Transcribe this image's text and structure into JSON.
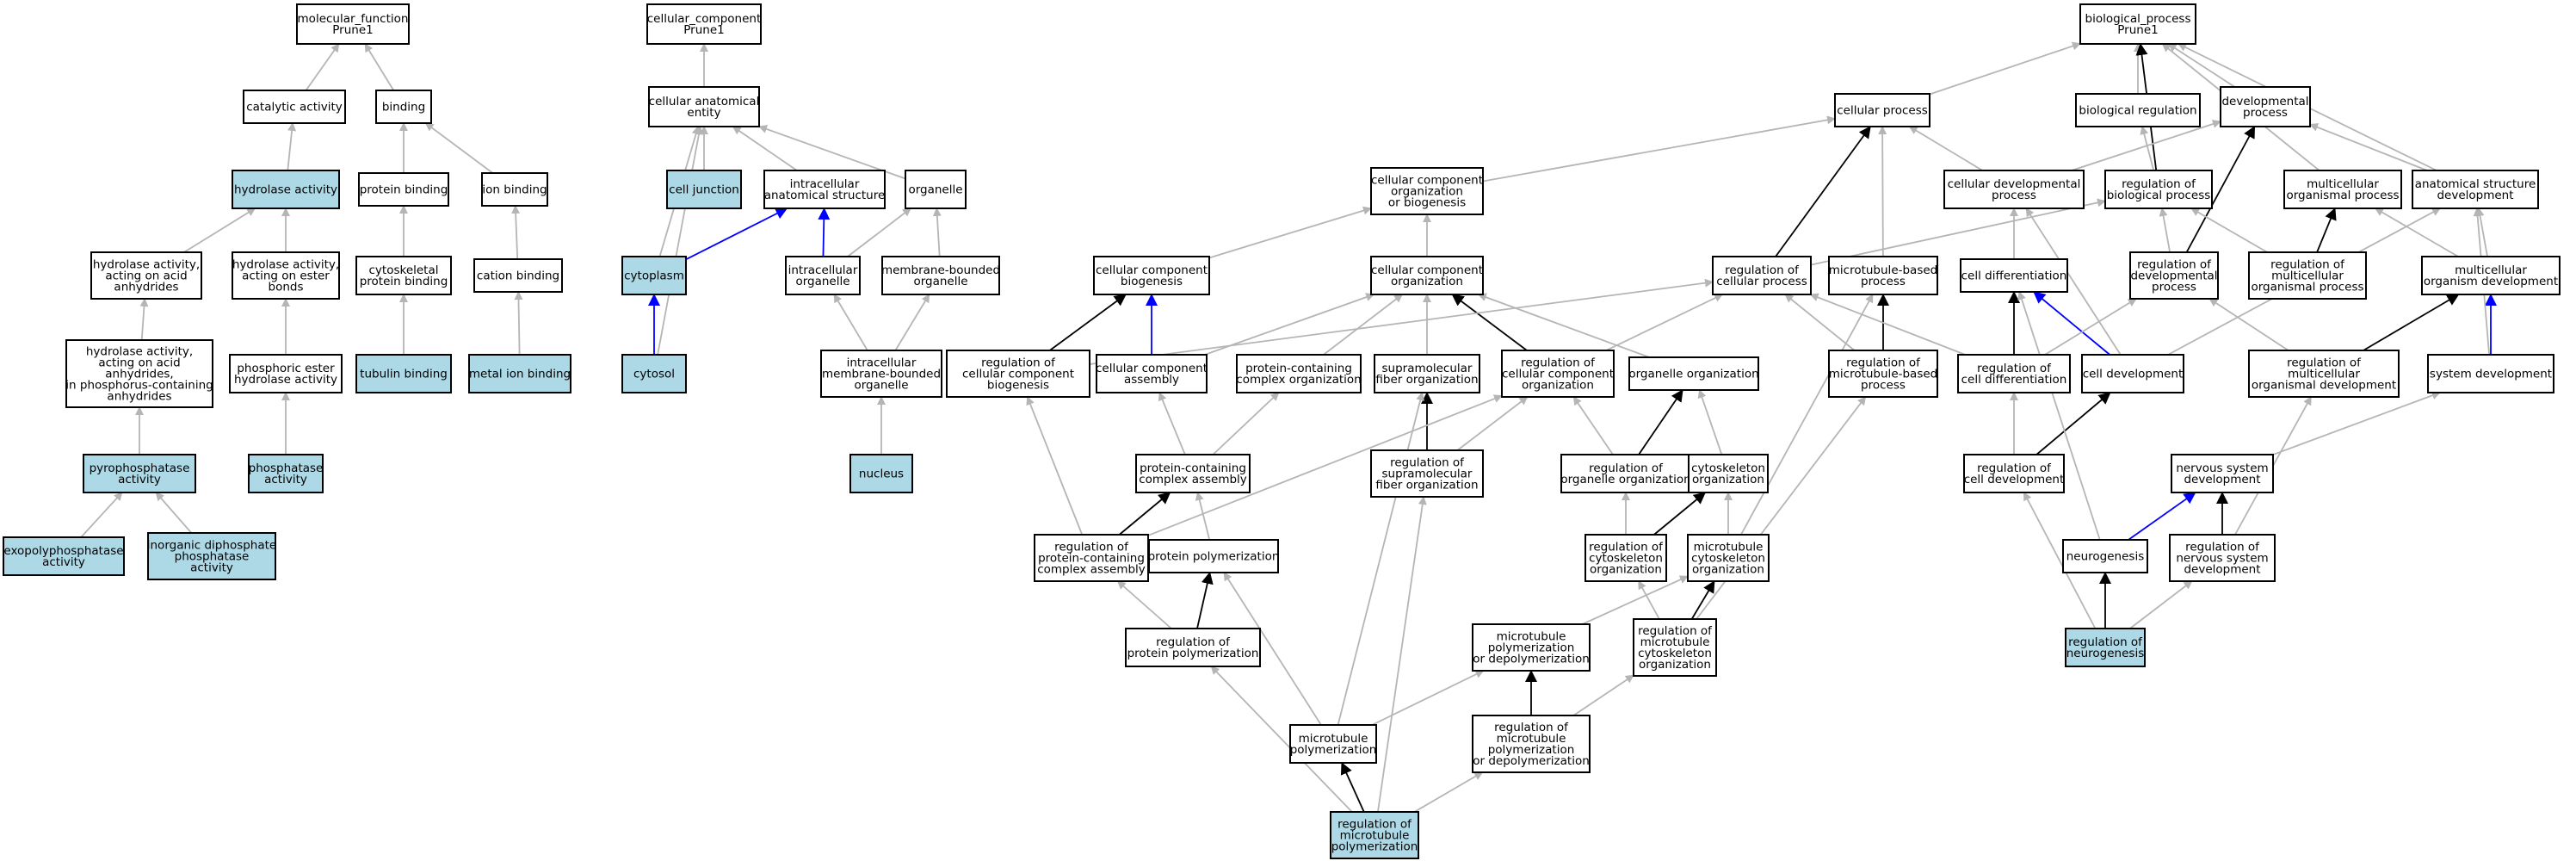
{
  "colors": {
    "highlight_fill": "#add8e6",
    "normal_fill": "#ffffff",
    "border": "#000000",
    "edge_is_a": "#b5b5b5",
    "edge_regulates": "#000000",
    "edge_part_of": "#0000ff"
  },
  "nodes": [
    {
      "id": "mf",
      "label": [
        "molecular_function",
        "Prune1"
      ],
      "hl": false
    },
    {
      "id": "cat",
      "label": [
        "catalytic activity"
      ],
      "hl": false
    },
    {
      "id": "bind",
      "label": [
        "binding"
      ],
      "hl": false
    },
    {
      "id": "hyd",
      "label": [
        "hydrolase activity"
      ],
      "hl": true
    },
    {
      "id": "pbind",
      "label": [
        "protein binding"
      ],
      "hl": false
    },
    {
      "id": "ionb",
      "label": [
        "ion binding"
      ],
      "hl": false
    },
    {
      "id": "hydanh",
      "label": [
        "hydrolase activity,",
        "acting on acid",
        "anhydrides"
      ],
      "hl": false
    },
    {
      "id": "hydest",
      "label": [
        "hydrolase activity,",
        "acting on ester",
        "bonds"
      ],
      "hl": false
    },
    {
      "id": "cytpb",
      "label": [
        "cytoskeletal",
        "protein binding"
      ],
      "hl": false
    },
    {
      "id": "catb",
      "label": [
        "cation binding"
      ],
      "hl": false
    },
    {
      "id": "hydphos",
      "label": [
        "hydrolase activity,",
        "acting on acid",
        "anhydrides,",
        "in phosphorus-containing",
        "anhydrides"
      ],
      "hl": false
    },
    {
      "id": "phest",
      "label": [
        "phosphoric ester",
        "hydrolase activity"
      ],
      "hl": false
    },
    {
      "id": "tubb",
      "label": [
        "tubulin binding"
      ],
      "hl": true
    },
    {
      "id": "metb",
      "label": [
        "metal ion binding"
      ],
      "hl": true
    },
    {
      "id": "pyro",
      "label": [
        "pyrophosphatase",
        "activity"
      ],
      "hl": true
    },
    {
      "id": "phosph",
      "label": [
        "phosphatase",
        "activity"
      ],
      "hl": true
    },
    {
      "id": "exopoly",
      "label": [
        "exopolyphosphatase",
        "activity"
      ],
      "hl": true
    },
    {
      "id": "inorg",
      "label": [
        "inorganic diphosphate",
        "phosphatase",
        "activity"
      ],
      "hl": true
    },
    {
      "id": "cc",
      "label": [
        "cellular_component",
        "Prune1"
      ],
      "hl": false
    },
    {
      "id": "cae",
      "label": [
        "cellular anatomical",
        "entity"
      ],
      "hl": false
    },
    {
      "id": "cj",
      "label": [
        "cell junction"
      ],
      "hl": true
    },
    {
      "id": "ias",
      "label": [
        "intracellular",
        "anatomical structure"
      ],
      "hl": false
    },
    {
      "id": "org",
      "label": [
        "organelle"
      ],
      "hl": false
    },
    {
      "id": "cyto",
      "label": [
        "cytoplasm"
      ],
      "hl": true
    },
    {
      "id": "iorg",
      "label": [
        "intracellular",
        "organelle"
      ],
      "hl": false
    },
    {
      "id": "mbo",
      "label": [
        "membrane-bounded",
        "organelle"
      ],
      "hl": false
    },
    {
      "id": "cytosol",
      "label": [
        "cytosol"
      ],
      "hl": true
    },
    {
      "id": "imbo",
      "label": [
        "intracellular",
        "membrane-bounded",
        "organelle"
      ],
      "hl": false
    },
    {
      "id": "nuc",
      "label": [
        "nucleus"
      ],
      "hl": true
    },
    {
      "id": "bp",
      "label": [
        "biological_process",
        "Prune1"
      ],
      "hl": false
    },
    {
      "id": "cp",
      "label": [
        "cellular process"
      ],
      "hl": false
    },
    {
      "id": "breg",
      "label": [
        "biological regulation"
      ],
      "hl": false
    },
    {
      "id": "devp",
      "label": [
        "developmental",
        "process"
      ],
      "hl": false
    },
    {
      "id": "ccob",
      "label": [
        "cellular component",
        "organization",
        "or biogenesis"
      ],
      "hl": false
    },
    {
      "id": "cdevp",
      "label": [
        "cellular developmental",
        "process"
      ],
      "hl": false
    },
    {
      "id": "rbp",
      "label": [
        "regulation of",
        "biological process"
      ],
      "hl": false
    },
    {
      "id": "mop",
      "label": [
        "multicellular",
        "organismal process"
      ],
      "hl": false
    },
    {
      "id": "asd",
      "label": [
        "anatomical structure",
        "development"
      ],
      "hl": false
    },
    {
      "id": "ccbio",
      "label": [
        "cellular component",
        "biogenesis"
      ],
      "hl": false
    },
    {
      "id": "ccorg",
      "label": [
        "cellular component",
        "organization"
      ],
      "hl": false
    },
    {
      "id": "rcp",
      "label": [
        "regulation of",
        "cellular process"
      ],
      "hl": false
    },
    {
      "id": "mtbp",
      "label": [
        "microtubule-based",
        "process"
      ],
      "hl": false
    },
    {
      "id": "cdiff",
      "label": [
        "cell differentiation"
      ],
      "hl": false
    },
    {
      "id": "rdevp",
      "label": [
        "regulation of",
        "developmental",
        "process"
      ],
      "hl": false
    },
    {
      "id": "rmop",
      "label": [
        "regulation of",
        "multicellular",
        "organismal process"
      ],
      "hl": false
    },
    {
      "id": "mod",
      "label": [
        "multicellular",
        "organism development"
      ],
      "hl": false
    },
    {
      "id": "rccbio",
      "label": [
        "regulation of",
        "cellular component",
        "biogenesis"
      ],
      "hl": false
    },
    {
      "id": "cca",
      "label": [
        "cellular component",
        "assembly"
      ],
      "hl": false
    },
    {
      "id": "pcco",
      "label": [
        "protein-containing",
        "complex organization"
      ],
      "hl": false
    },
    {
      "id": "sfo",
      "label": [
        "supramolecular",
        "fiber organization"
      ],
      "hl": false
    },
    {
      "id": "rccorg",
      "label": [
        "regulation of",
        "cellular component",
        "organization"
      ],
      "hl": false
    },
    {
      "id": "orgorg",
      "label": [
        "organelle organization"
      ],
      "hl": false
    },
    {
      "id": "rmtbp",
      "label": [
        "regulation of",
        "microtubule-based",
        "process"
      ],
      "hl": false
    },
    {
      "id": "rcdiff",
      "label": [
        "regulation of",
        "cell differentiation"
      ],
      "hl": false
    },
    {
      "id": "celldev",
      "label": [
        "cell development"
      ],
      "hl": false
    },
    {
      "id": "rmod",
      "label": [
        "regulation of",
        "multicellular",
        "organismal development"
      ],
      "hl": false
    },
    {
      "id": "sysdev",
      "label": [
        "system development"
      ],
      "hl": false
    },
    {
      "id": "pcca",
      "label": [
        "protein-containing",
        "complex assembly"
      ],
      "hl": false
    },
    {
      "id": "rsfo",
      "label": [
        "regulation of",
        "supramolecular",
        "fiber organization"
      ],
      "hl": false
    },
    {
      "id": "rorgorg",
      "label": [
        "regulation of",
        "organelle organization"
      ],
      "hl": false
    },
    {
      "id": "csko",
      "label": [
        "cytoskeleton",
        "organization"
      ],
      "hl": false
    },
    {
      "id": "rcelldev",
      "label": [
        "regulation of",
        "cell development"
      ],
      "hl": false
    },
    {
      "id": "nsdev",
      "label": [
        "nervous system",
        "development"
      ],
      "hl": false
    },
    {
      "id": "rpcca",
      "label": [
        "regulation of",
        "protein-containing",
        "complex assembly"
      ],
      "hl": false
    },
    {
      "id": "ppoly",
      "label": [
        "protein polymerization"
      ],
      "hl": false
    },
    {
      "id": "rcsko",
      "label": [
        "regulation of",
        "cytoskeleton",
        "organization"
      ],
      "hl": false
    },
    {
      "id": "mtcsko",
      "label": [
        "microtubule",
        "cytoskeleton",
        "organization"
      ],
      "hl": false
    },
    {
      "id": "neurog",
      "label": [
        "neurogenesis"
      ],
      "hl": false
    },
    {
      "id": "rnsdev",
      "label": [
        "regulation of",
        "nervous system",
        "development"
      ],
      "hl": false
    },
    {
      "id": "rppoly",
      "label": [
        "regulation of",
        "protein polymerization"
      ],
      "hl": false
    },
    {
      "id": "mtpd",
      "label": [
        "microtubule",
        "polymerization",
        "or depolymerization"
      ],
      "hl": false
    },
    {
      "id": "rmtcsko",
      "label": [
        "regulation of",
        "microtubule",
        "cytoskeleton",
        "organization"
      ],
      "hl": false
    },
    {
      "id": "rneurog",
      "label": [
        "regulation of",
        "neurogenesis"
      ],
      "hl": true
    },
    {
      "id": "mtpoly",
      "label": [
        "microtubule",
        "polymerization"
      ],
      "hl": false
    },
    {
      "id": "rmtpd",
      "label": [
        "regulation of",
        "microtubule",
        "polymerization",
        "or depolymerization"
      ],
      "hl": false
    },
    {
      "id": "rmtpoly",
      "label": [
        "regulation of",
        "microtubule",
        "polymerization"
      ],
      "hl": true
    }
  ],
  "edges": [
    [
      "cat",
      "mf",
      "i"
    ],
    [
      "bind",
      "mf",
      "i"
    ],
    [
      "hyd",
      "cat",
      "i"
    ],
    [
      "pbind",
      "bind",
      "i"
    ],
    [
      "ionb",
      "bind",
      "i"
    ],
    [
      "hydanh",
      "hyd",
      "i"
    ],
    [
      "hydest",
      "hyd",
      "i"
    ],
    [
      "cytpb",
      "pbind",
      "i"
    ],
    [
      "catb",
      "ionb",
      "i"
    ],
    [
      "hydphos",
      "hydanh",
      "i"
    ],
    [
      "phest",
      "hydest",
      "i"
    ],
    [
      "tubb",
      "cytpb",
      "i"
    ],
    [
      "metb",
      "catb",
      "i"
    ],
    [
      "pyro",
      "hydphos",
      "i"
    ],
    [
      "phosph",
      "phest",
      "i"
    ],
    [
      "exopoly",
      "pyro",
      "i"
    ],
    [
      "inorg",
      "pyro",
      "i"
    ],
    [
      "cae",
      "cc",
      "i"
    ],
    [
      "cj",
      "cae",
      "i"
    ],
    [
      "ias",
      "cae",
      "i"
    ],
    [
      "org",
      "cae",
      "i"
    ],
    [
      "cyto",
      "cae",
      "i"
    ],
    [
      "cytosol",
      "cae",
      "i"
    ],
    [
      "cyto",
      "ias",
      "p"
    ],
    [
      "iorg",
      "ias",
      "p"
    ],
    [
      "iorg",
      "org",
      "i"
    ],
    [
      "mbo",
      "org",
      "i"
    ],
    [
      "cytosol",
      "cyto",
      "p"
    ],
    [
      "imbo",
      "iorg",
      "i"
    ],
    [
      "imbo",
      "mbo",
      "i"
    ],
    [
      "nuc",
      "imbo",
      "i"
    ],
    [
      "cp",
      "bp",
      "i"
    ],
    [
      "breg",
      "bp",
      "i"
    ],
    [
      "devp",
      "bp",
      "i"
    ],
    [
      "rbp",
      "bp",
      "r"
    ],
    [
      "mop",
      "bp",
      "i"
    ],
    [
      "asd",
      "bp",
      "i"
    ],
    [
      "ccob",
      "cp",
      "i"
    ],
    [
      "cdevp",
      "cp",
      "i"
    ],
    [
      "mtbp",
      "cp",
      "i"
    ],
    [
      "rcp",
      "cp",
      "r"
    ],
    [
      "cdevp",
      "devp",
      "i"
    ],
    [
      "rbp",
      "breg",
      "i"
    ],
    [
      "rdevp",
      "devp",
      "r"
    ],
    [
      "asd",
      "devp",
      "i"
    ],
    [
      "ccbio",
      "ccob",
      "i"
    ],
    [
      "ccorg",
      "ccob",
      "i"
    ],
    [
      "cdiff",
      "cdevp",
      "i"
    ],
    [
      "rcp",
      "rbp",
      "i"
    ],
    [
      "rdevp",
      "rbp",
      "i"
    ],
    [
      "rmop",
      "rbp",
      "i"
    ],
    [
      "rmop",
      "mop",
      "r"
    ],
    [
      "mod",
      "mop",
      "i"
    ],
    [
      "mod",
      "asd",
      "i"
    ],
    [
      "rccbio",
      "ccbio",
      "r"
    ],
    [
      "cca",
      "ccbio",
      "p"
    ],
    [
      "cca",
      "ccorg",
      "i"
    ],
    [
      "pcco",
      "ccorg",
      "i"
    ],
    [
      "sfo",
      "ccorg",
      "i"
    ],
    [
      "rccorg",
      "ccorg",
      "r"
    ],
    [
      "orgorg",
      "ccorg",
      "i"
    ],
    [
      "rccbio",
      "rcp",
      "i"
    ],
    [
      "rccorg",
      "rcp",
      "i"
    ],
    [
      "rmtbp",
      "mtbp",
      "r"
    ],
    [
      "rmtbp",
      "rcp",
      "i"
    ],
    [
      "rcdiff",
      "cdiff",
      "r"
    ],
    [
      "rcdiff",
      "rcp",
      "i"
    ],
    [
      "celldev",
      "cdiff",
      "p"
    ],
    [
      "celldev",
      "cdevp",
      "i"
    ],
    [
      "celldev",
      "asd",
      "i"
    ],
    [
      "rmod",
      "mod",
      "r"
    ],
    [
      "rmod",
      "rdevp",
      "i"
    ],
    [
      "rcdiff",
      "rdevp",
      "i"
    ],
    [
      "sysdev",
      "mod",
      "p"
    ],
    [
      "sysdev",
      "asd",
      "i"
    ],
    [
      "pcca",
      "cca",
      "i"
    ],
    [
      "pcca",
      "pcco",
      "i"
    ],
    [
      "rsfo",
      "sfo",
      "r"
    ],
    [
      "rsfo",
      "rccorg",
      "i"
    ],
    [
      "rorgorg",
      "orgorg",
      "r"
    ],
    [
      "rorgorg",
      "rccorg",
      "i"
    ],
    [
      "csko",
      "orgorg",
      "i"
    ],
    [
      "rcelldev",
      "celldev",
      "r"
    ],
    [
      "rcelldev",
      "rcdiff",
      "i"
    ],
    [
      "nsdev",
      "sysdev",
      "i"
    ],
    [
      "rpcca",
      "pcca",
      "r"
    ],
    [
      "rpcca",
      "rccbio",
      "i"
    ],
    [
      "rpcca",
      "rccorg",
      "i"
    ],
    [
      "ppoly",
      "pcca",
      "i"
    ],
    [
      "rcsko",
      "csko",
      "r"
    ],
    [
      "rcsko",
      "rorgorg",
      "i"
    ],
    [
      "mtcsko",
      "csko",
      "i"
    ],
    [
      "mtcsko",
      "mtbp",
      "i"
    ],
    [
      "neurog",
      "nsdev",
      "p"
    ],
    [
      "neurog",
      "cdiff",
      "i"
    ],
    [
      "rnsdev",
      "nsdev",
      "r"
    ],
    [
      "rnsdev",
      "rmod",
      "i"
    ],
    [
      "rppoly",
      "ppoly",
      "r"
    ],
    [
      "rppoly",
      "rpcca",
      "i"
    ],
    [
      "mtpd",
      "mtcsko",
      "i"
    ],
    [
      "rmtcsko",
      "mtcsko",
      "r"
    ],
    [
      "rmtcsko",
      "rcsko",
      "i"
    ],
    [
      "rmtcsko",
      "rmtbp",
      "i"
    ],
    [
      "rneurog",
      "neurog",
      "r"
    ],
    [
      "rneurog",
      "rcelldev",
      "i"
    ],
    [
      "rneurog",
      "rnsdev",
      "i"
    ],
    [
      "mtpoly",
      "mtpd",
      "i"
    ],
    [
      "mtpoly",
      "ppoly",
      "i"
    ],
    [
      "mtpoly",
      "sfo",
      "i"
    ],
    [
      "rmtpd",
      "mtpd",
      "r"
    ],
    [
      "rmtpd",
      "rmtcsko",
      "i"
    ],
    [
      "rmtpoly",
      "mtpoly",
      "r"
    ],
    [
      "rmtpoly",
      "rppoly",
      "i"
    ],
    [
      "rmtpoly",
      "rsfo",
      "i"
    ],
    [
      "rmtpoly",
      "rmtpd",
      "i"
    ]
  ]
}
